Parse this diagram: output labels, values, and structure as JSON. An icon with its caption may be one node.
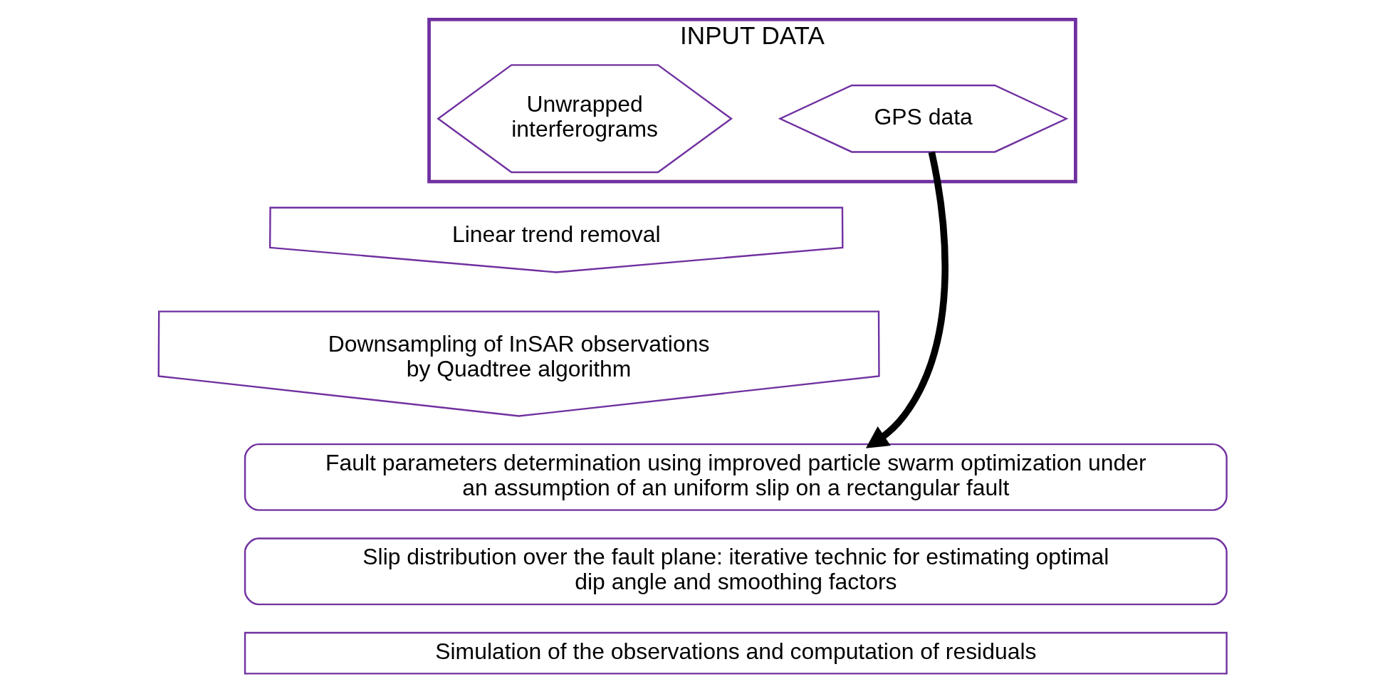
{
  "diagram": {
    "nodes": [
      {
        "text": [
          "INPUT DATA"
        ]
      },
      {
        "text": [
          "Unwrapped interferograms"
        ],
        "in": 0
      },
      {
        "text": [
          "GPS data"
        ],
        "in": 0
      },
      {
        "text": [
          "Linear trend removal"
        ]
      },
      {
        "text": [
          "Downsampling of InSAR observations by Quadtree algorithm"
        ]
      },
      {
        "text": [
          "Fault parameters determination using improved particle swarm optimization under an assumption of an uniform slip on a rectangular fault"
        ]
      },
      {
        "text": [
          "Slip distribution over the fault plane: iterative technic for estimating optimal dip angle and smoothing factors"
        ]
      },
      {
        "text": [
          "Simulation of the observations and computation of residuals"
        ]
      }
    ],
    "edges": [
      {
        "from": 2,
        "to": 5,
        "arrow": "to"
      }
    ]
  }
}
